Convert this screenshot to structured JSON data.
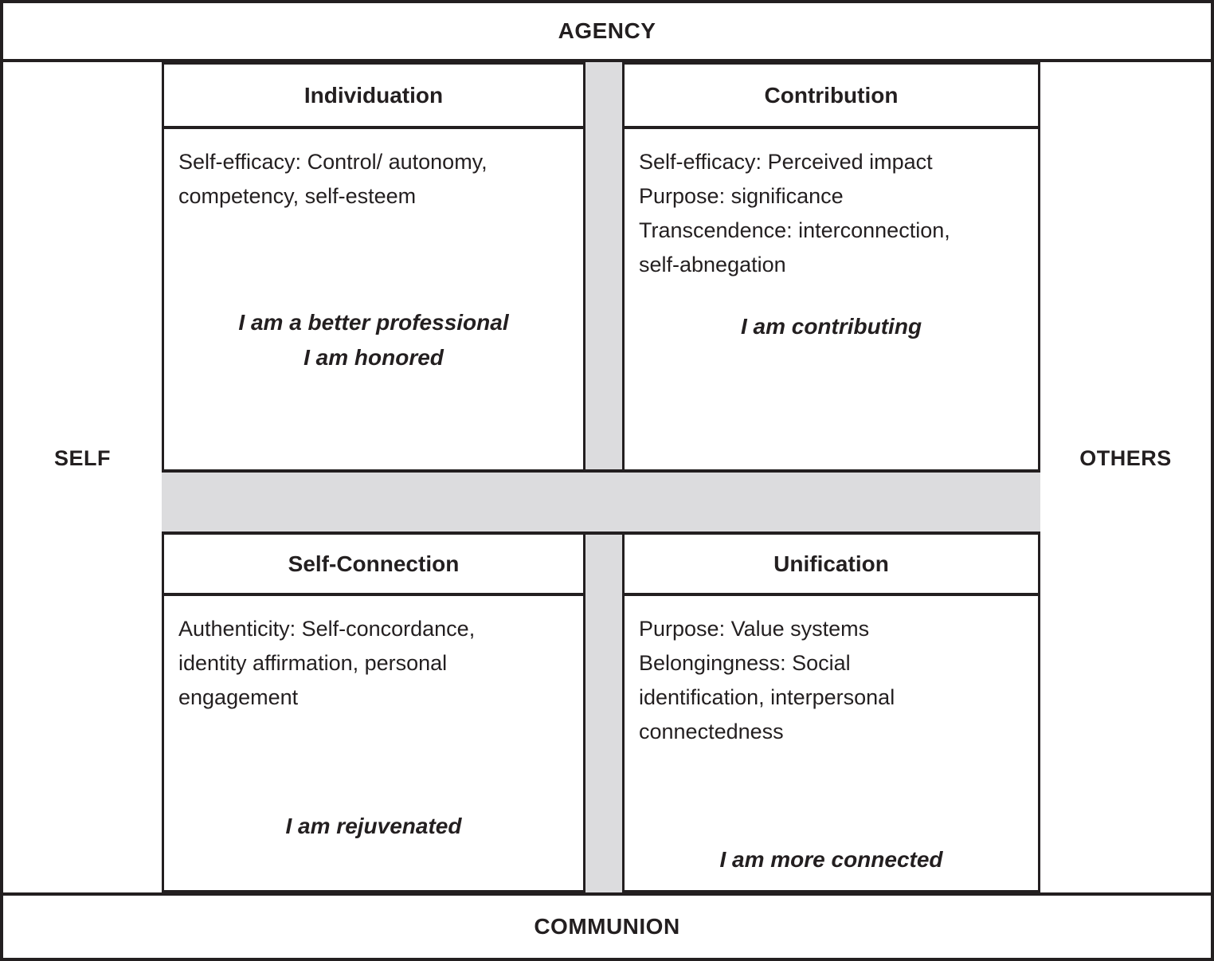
{
  "axes": {
    "top": "AGENCY",
    "bottom": "COMMUNION",
    "left": "SELF",
    "right": "OTHERS"
  },
  "colors": {
    "border": "#231f20",
    "bar_fill": "#dcdcde",
    "background": "#ffffff",
    "text": "#231f20"
  },
  "quadrants": [
    {
      "position": "top-left",
      "title": "Individuation",
      "body": "Self-efficacy: Control/ autonomy, competency, self-esteem",
      "body_lines": [
        "Self-efficacy: Control/ autonomy,",
        "competency, self-esteem"
      ],
      "statements": [
        "I am a better professional",
        "I am honored"
      ]
    },
    {
      "position": "top-right",
      "title": "Contribution",
      "body": "Self-efficacy: Perceived impact Purpose: significance Transcendence: interconnection, self-abnegation",
      "body_lines": [
        "Self-efficacy: Perceived impact",
        "Purpose: significance",
        "Transcendence: interconnection,",
        "self-abnegation"
      ],
      "statements": [
        "I am contributing"
      ]
    },
    {
      "position": "bottom-left",
      "title": "Self-Connection",
      "body": "Authenticity: Self-concordance, identity affirmation, personal engagement",
      "body_lines": [
        "Authenticity: Self-concordance,",
        "identity affirmation, personal",
        "engagement"
      ],
      "statements": [
        "I am rejuvenated"
      ]
    },
    {
      "position": "bottom-right",
      "title": "Unification",
      "body": "Purpose: Value systems Belongingness: Social identification, interpersonal connectedness",
      "body_lines": [
        "Purpose: Value systems",
        "Belongingness: Social",
        "identification, interpersonal",
        "connectedness"
      ],
      "statements": [
        "I am more connected"
      ]
    }
  ]
}
